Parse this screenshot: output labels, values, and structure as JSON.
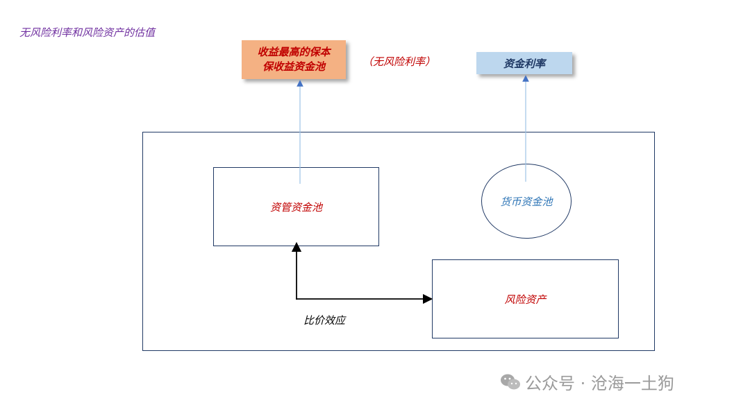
{
  "title": "无风险利率和风险资产的估值",
  "top_left_box": {
    "line1": "收益最高的保本",
    "line2": "保收益资金池"
  },
  "top_left_note": "（无风险利率）",
  "top_right_box": "资金利率",
  "pools": {
    "asset_mgmt": "资管资金池",
    "money": "货币资金池",
    "risk": "风险资产"
  },
  "relation_label": "比价效应",
  "watermark": {
    "text": "公众号 · 沧海一土狗",
    "icon": "wechat-icon"
  },
  "colors": {
    "title": "#7030a0",
    "red": "#c00000",
    "peach": "#f4b183",
    "light_blue": "#bdd7ee",
    "navy": "#1f3864",
    "money_text": "#2e75b6",
    "arrow_blue": "#4472c4"
  }
}
